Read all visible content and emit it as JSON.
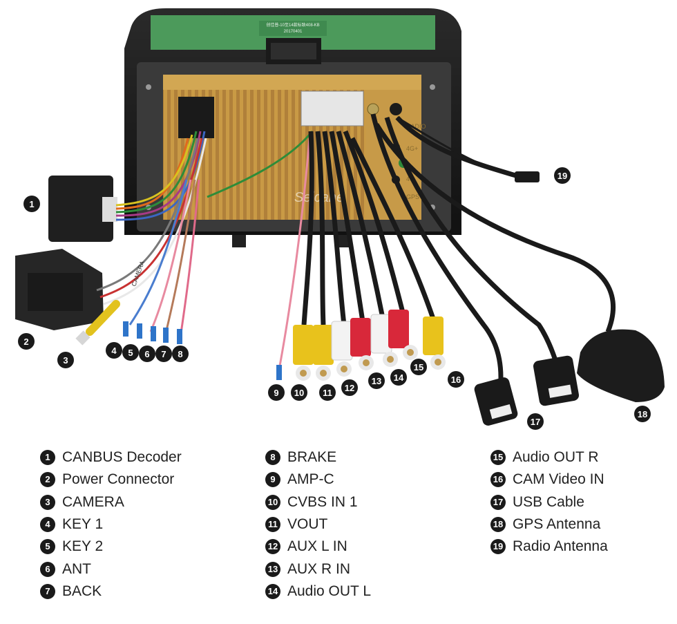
{
  "board": {
    "pcb_line1": "创佳普-10至14款标致408-KB",
    "pcb_line2": "20170401",
    "watermark": "Seicane",
    "port_labels": [
      "RADIO",
      "4G+",
      "4G",
      "GPS"
    ]
  },
  "wire_tags": {
    "camera": "CAMERA"
  },
  "callouts": [
    "1",
    "2",
    "3",
    "4",
    "5",
    "6",
    "7",
    "8",
    "9",
    "10",
    "11",
    "12",
    "13",
    "14",
    "15",
    "16",
    "17",
    "18",
    "19"
  ],
  "legend": {
    "col1": [
      {
        "num": "1",
        "label": "CANBUS Decoder"
      },
      {
        "num": "2",
        "label": "Power Connector"
      },
      {
        "num": "3",
        "label": "CAMERA"
      },
      {
        "num": "4",
        "label": "KEY 1"
      },
      {
        "num": "5",
        "label": "KEY 2"
      },
      {
        "num": "6",
        "label": "ANT"
      },
      {
        "num": "7",
        "label": "BACK"
      }
    ],
    "col2": [
      {
        "num": "8",
        "label": "BRAKE"
      },
      {
        "num": "9",
        "label": "AMP-C"
      },
      {
        "num": "10",
        "label": "CVBS IN 1"
      },
      {
        "num": "11",
        "label": "VOUT"
      },
      {
        "num": "12",
        "label": "AUX L IN"
      },
      {
        "num": "13",
        "label": "AUX R IN"
      },
      {
        "num": "14",
        "label": "Audio OUT L"
      }
    ],
    "col3": [
      {
        "num": "15",
        "label": "Audio OUT R"
      },
      {
        "num": "16",
        "label": "CAM Video IN"
      },
      {
        "num": "17",
        "label": "USB Cable"
      },
      {
        "num": "18",
        "label": "GPS Antenna"
      },
      {
        "num": "19",
        "label": "Radio Antenna"
      }
    ]
  }
}
